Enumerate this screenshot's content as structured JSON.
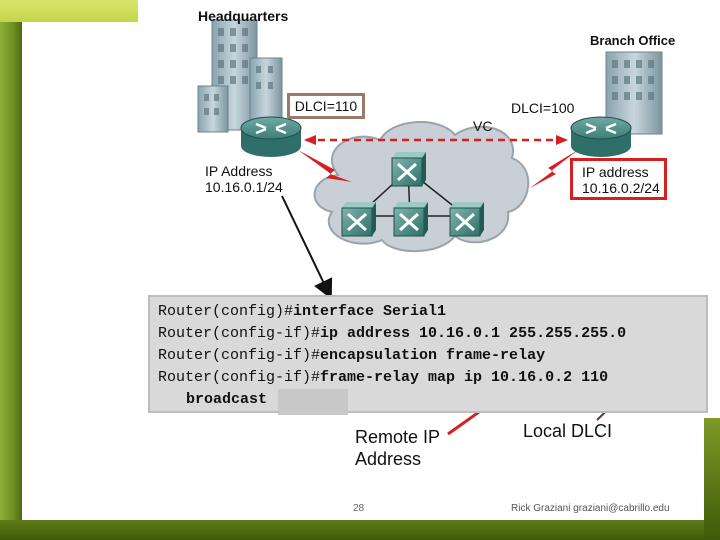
{
  "diagram": {
    "headquarters_label": "Headquarters",
    "branch_label": "Branch Office",
    "dlci_left": "DLCI=110",
    "dlci_right": "DLCI=100",
    "vc_label": "VC",
    "ip_left_line1": "IP Address",
    "ip_left_line2": "10.16.0.1/24",
    "ip_right_line1": "IP address",
    "ip_right_line2": "10.16.0.2/24"
  },
  "cli": {
    "lines": [
      {
        "prompt": "Router(config)#",
        "command": "interface Serial1"
      },
      {
        "prompt": "Router(config-if)#",
        "command": "ip address 10.16.0.1 255.255.255.0"
      },
      {
        "prompt": "Router(config-if)#",
        "command": "encapsulation frame-relay"
      },
      {
        "prompt": "Router(config-if)#",
        "command": "frame-relay map ip 10.16.0.2 110"
      }
    ],
    "continuation": "broadcast"
  },
  "annotations": {
    "remote_ip_line1": "Remote IP",
    "remote_ip_line2": "Address",
    "local_dlci": "Local DLCI"
  },
  "footer": {
    "page_number": "28",
    "author": "Rick Graziani graziani@cabrillo.edu"
  },
  "colors": {
    "highlight_red": "#d62020",
    "dlci_box_border": "#9a7b6b",
    "router_teal": "#3f7f7a",
    "cloud_gray": "#c9cfd6",
    "arrow_line": "#5a3a32"
  }
}
